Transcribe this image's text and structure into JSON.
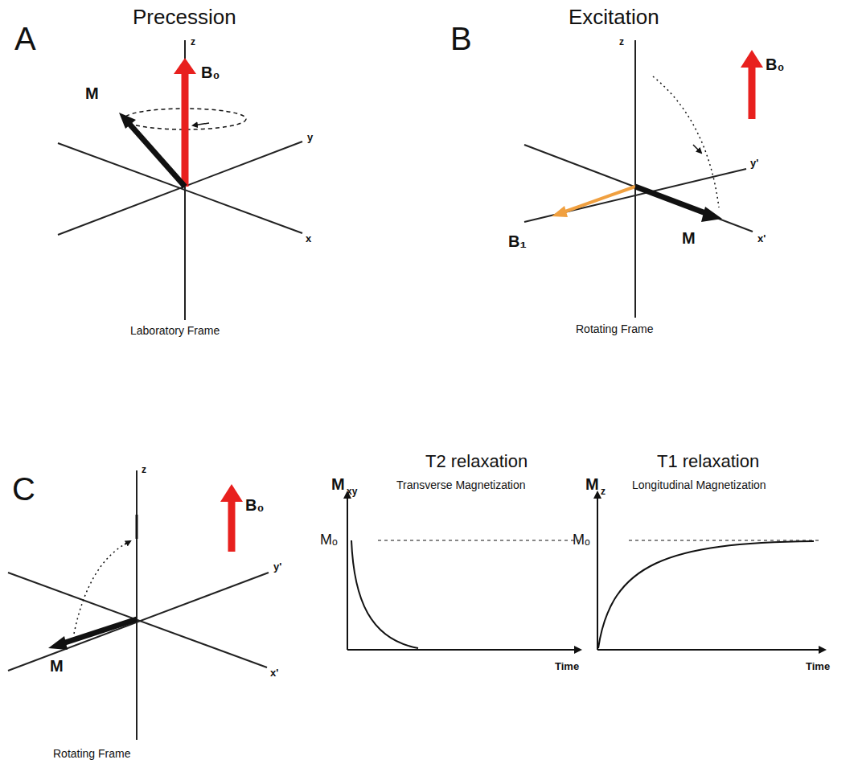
{
  "diagram": {
    "labels": [
      "A",
      "Precession",
      "z",
      "B₀",
      "M",
      "y",
      "x",
      "Laboratory Frame",
      "B",
      "Excitation",
      "z",
      "B₀",
      "y'",
      "B₁",
      "M",
      "x'",
      "Rotating Frame",
      "C",
      "z",
      "B₀",
      "y'",
      "M",
      "x'",
      "Rotating Frame",
      "T2 relaxation",
      "M",
      "xy",
      "Transverse Magnetization",
      "Mₒ",
      "Time",
      "T1 relaxation",
      "M",
      "z",
      "Longitudinal Magnetization",
      "Mₒ",
      "Time"
    ]
  }
}
